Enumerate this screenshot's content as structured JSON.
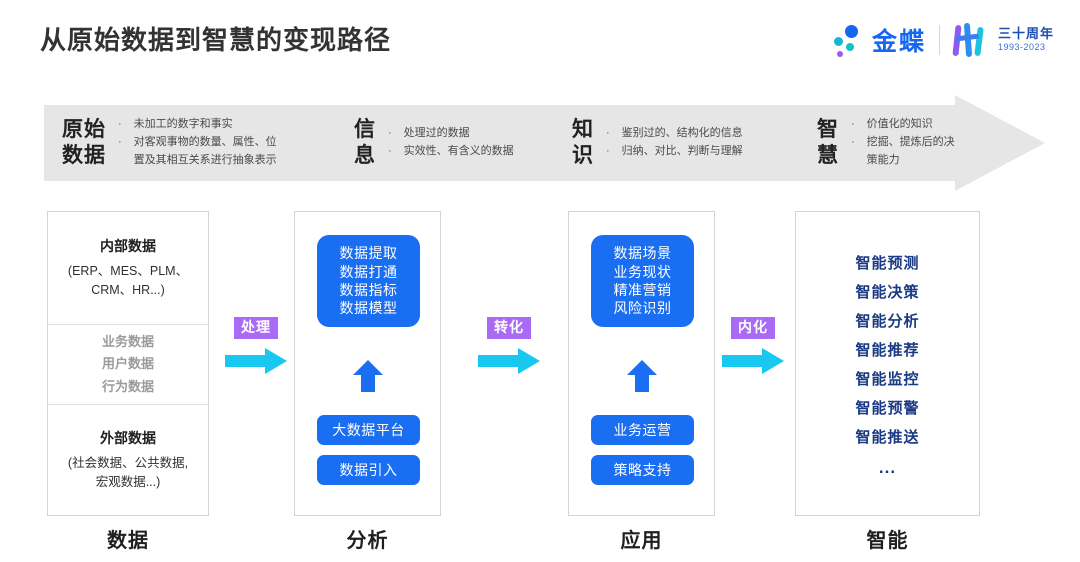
{
  "header": {
    "title": "从原始数据到智慧的变现路径",
    "brand": {
      "name": "金蝶",
      "anniversary_cn": "三十周年",
      "anniversary_years": "1993-2023"
    }
  },
  "banner": {
    "columns": [
      {
        "key": "原始\n数据",
        "bullets": [
          "未加工的数字和事实",
          "对客观事物的数量、属性、位\n置及其相互关系进行抽象表示"
        ]
      },
      {
        "key": "信\n息",
        "bullets": [
          "处理过的数据",
          "实效性、有含义的数据"
        ]
      },
      {
        "key": "知\n识",
        "bullets": [
          "鉴别过的、结构化的信息",
          "归纳、对比、判断与理解"
        ]
      },
      {
        "key": "智\n慧",
        "bullets": [
          "价值化的知识",
          "挖掘、提炼后的决策能力"
        ]
      }
    ]
  },
  "columns": {
    "data": {
      "label": "数据",
      "internal": {
        "title": "内部数据",
        "subtitle": "(ERP、MES、PLM、\nCRM、HR...)"
      },
      "middle_items": [
        "业务数据",
        "用户数据",
        "行为数据"
      ],
      "external": {
        "title": "外部数据",
        "subtitle": "(社会数据、公共数据,\n宏观数据...)"
      }
    },
    "analysis": {
      "label": "分析",
      "panel_lines": [
        "数据提取",
        "数据打通",
        "数据指标",
        "数据模型"
      ],
      "pills": [
        "大数据平台",
        "数据引入"
      ]
    },
    "application": {
      "label": "应用",
      "panel_lines": [
        "数据场景",
        "业务现状",
        "精准营销",
        "风险识别"
      ],
      "pills": [
        "业务运营",
        "策略支持"
      ]
    },
    "intelligence": {
      "label": "智能",
      "items": [
        "智能预测",
        "智能决策",
        "智能分析",
        "智能推荐",
        "智能监控",
        "智能预警",
        "智能推送"
      ],
      "ellipsis": "..."
    }
  },
  "connectors": [
    {
      "label": "处理"
    },
    {
      "label": "转化"
    },
    {
      "label": "内化"
    }
  ],
  "colors": {
    "brand_blue": "#1667f0",
    "panel_blue": "#1a6ef2",
    "connector_purple": "#a96bf5",
    "arrow_cyan": "#18c8f0",
    "banner_gray": "#e6e6e6",
    "smart_navy": "#1b3a84"
  }
}
